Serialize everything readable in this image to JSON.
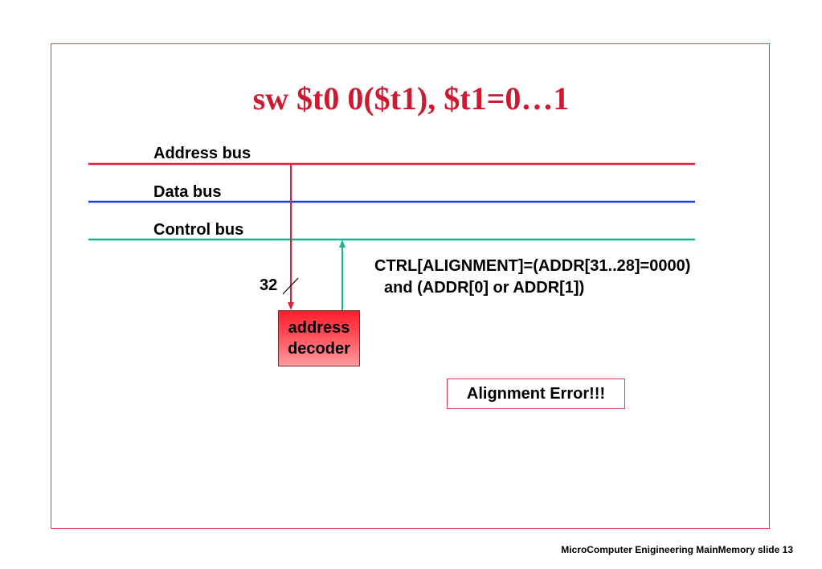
{
  "slide": {
    "title": "sw $t0 0($t1), $t1=0…1",
    "footer": "MicroComputer Enigineering MainMemory slide 13"
  },
  "buses": [
    {
      "label": "Address bus",
      "color": "#e0203a"
    },
    {
      "label": "Data bus",
      "color": "#1a3fd6"
    },
    {
      "label": "Control bus",
      "color": "#1ab394"
    }
  ],
  "address_link": {
    "width_label": "32"
  },
  "decoder": {
    "line1": "address",
    "line2": "decoder"
  },
  "control_formula": {
    "line1": "CTRL[ALIGNMENT]=(ADDR[31..28]=0000)",
    "line2": "and (ADDR[0] or ADDR[1])"
  },
  "alert": {
    "text": "Alignment Error!!!"
  },
  "colors": {
    "title": "#cc1a33",
    "frame": "#d63c5a",
    "decoder_fill": "#ff3344"
  }
}
